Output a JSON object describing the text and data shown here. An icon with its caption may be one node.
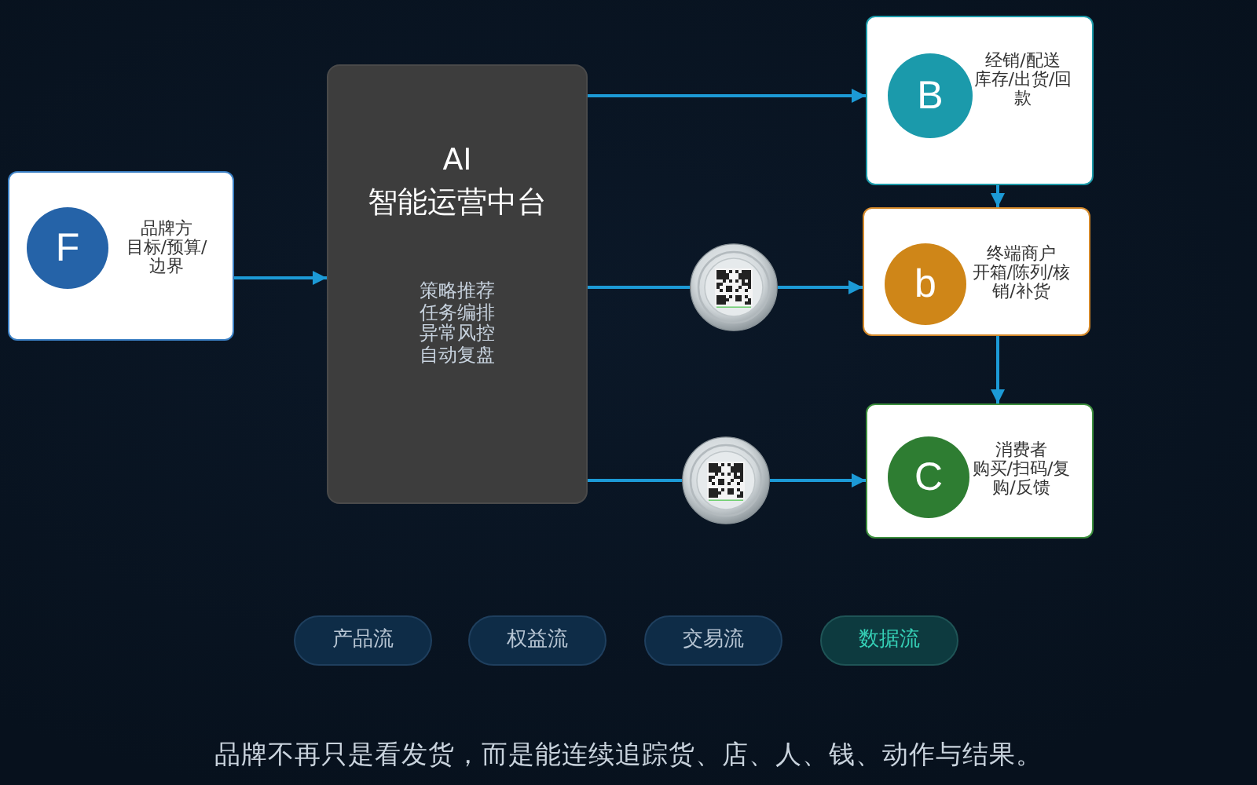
{
  "diagram": {
    "caption": "品牌不再只是看发货，而是能连续追踪货、店、人、钱、动作与结果。",
    "nodes": [
      {
        "text": [
          "品牌方",
          "目标/预算/边界"
        ]
      },
      {
        "text": [
          "F"
        ],
        "in": 0
      },
      {
        "text": [
          "AI 智能运营中台",
          "策略推荐",
          "任务编排",
          "异常风控",
          "自动复盘"
        ]
      },
      {
        "text": [
          "经销/配送",
          "库存/出货/回款"
        ]
      },
      {
        "text": [
          "B"
        ],
        "in": 3
      },
      {
        "text": [],
        "shape": "picture"
      },
      {
        "text": [
          "终端商户",
          "开箱/陈列/核销/补货"
        ]
      },
      {
        "text": [
          "b"
        ],
        "in": 6
      },
      {
        "text": [],
        "shape": "picture"
      },
      {
        "text": [
          "消费者",
          "购买/扫码/复购/反馈"
        ]
      },
      {
        "text": [
          "C"
        ],
        "in": 9
      },
      {
        "text": [
          "产品流"
        ]
      },
      {
        "text": [
          "权益流"
        ]
      },
      {
        "text": [
          "交易流"
        ]
      },
      {
        "text": [
          "数据流"
        ]
      }
    ],
    "edges": [
      {
        "from": 0,
        "to": 2,
        "arrow": "to"
      },
      {
        "from": 2,
        "to": 3,
        "arrow": "to"
      },
      {
        "from": 2,
        "to": 5,
        "arrow": "none"
      },
      {
        "from": 5,
        "to": 6,
        "arrow": "to"
      },
      {
        "from": 2,
        "to": 8,
        "arrow": "none"
      },
      {
        "from": 8,
        "to": 9,
        "arrow": "to"
      },
      {
        "from": 3,
        "to": 6,
        "arrow": "to"
      },
      {
        "from": 6,
        "to": 9,
        "arrow": "to"
      }
    ]
  }
}
